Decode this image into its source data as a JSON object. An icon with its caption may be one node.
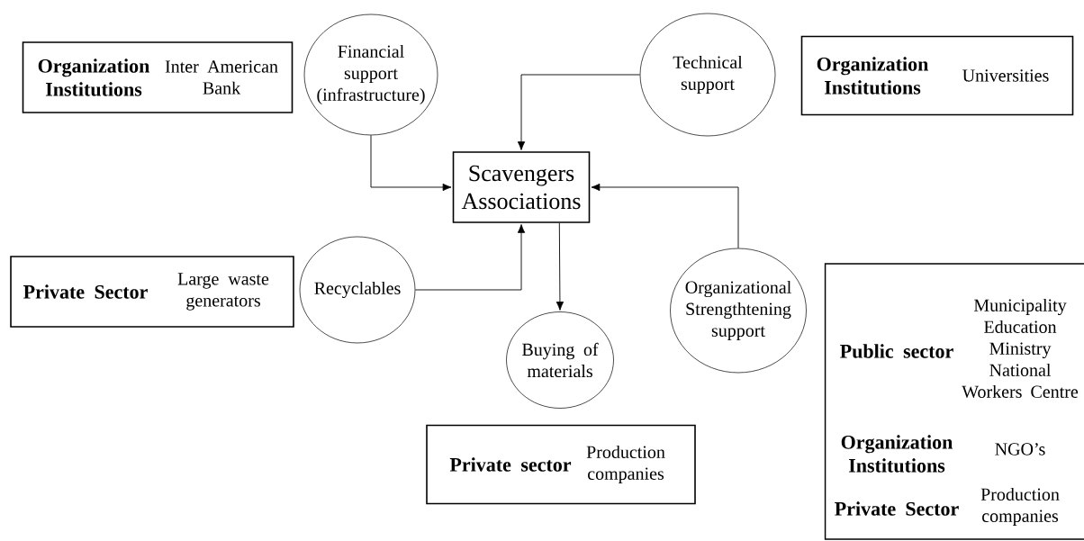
{
  "diagram": {
    "nodes": [
      {
        "text": [
          "Organization Institutions",
          "Inter American Bank"
        ]
      },
      {
        "text": [
          "Financial support (infrastructure)"
        ]
      },
      {
        "text": [
          "Technical support"
        ]
      },
      {
        "text": [
          "Organization Institutions",
          "Universities"
        ]
      },
      {
        "text": [
          "Scavengers Associations"
        ]
      },
      {
        "text": [
          "Private Sector",
          "Large waste generators"
        ]
      },
      {
        "text": [
          "Recyclables"
        ]
      },
      {
        "text": [
          "Buying of materials"
        ]
      },
      {
        "text": [
          "Organizational Strengthtening support"
        ]
      },
      {
        "text": [
          "Private  sector",
          "Production companies"
        ]
      },
      {
        "text": [
          "Public sector",
          "Municipality Education Ministry National Workers Centre",
          "Organization Institutions",
          "NGO’s",
          "Private Sector",
          "Production companies"
        ]
      }
    ],
    "edges": [
      {
        "from": 1,
        "to": 4,
        "arrow": "to"
      },
      {
        "from": 2,
        "to": 4,
        "arrow": "to"
      },
      {
        "from": 6,
        "to": 4,
        "arrow": "to"
      },
      {
        "from": 4,
        "to": 7,
        "arrow": "to"
      },
      {
        "from": 8,
        "to": 4,
        "arrow": "to"
      }
    ]
  }
}
